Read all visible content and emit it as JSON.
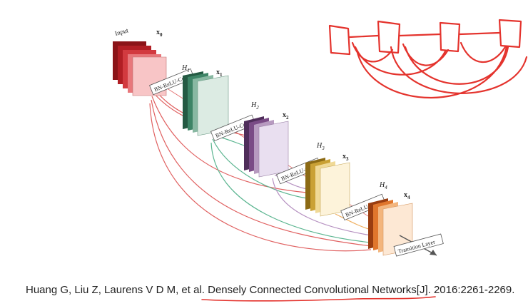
{
  "diagram": {
    "input_label": "Input",
    "x_labels": {
      "x0": "x",
      "x0_sub": "0",
      "x1": "x",
      "x1_sub": "1",
      "x2": "x",
      "x2_sub": "2",
      "x3": "x",
      "x3_sub": "3",
      "x4": "x",
      "x4_sub": "4"
    },
    "h_labels": {
      "h1": "H",
      "h1_sub": "1",
      "h2": "H",
      "h2_sub": "2",
      "h3": "H",
      "h3_sub": "3",
      "h4": "H",
      "h4_sub": "4"
    },
    "op_label": "BN-ReLU-Conv",
    "transition_label": "Transition Layer",
    "colors": {
      "red": "#c8262d",
      "green": "#3d8466",
      "purple": "#7a4b86",
      "yellow": "#caa135",
      "orange": "#e0762c",
      "annotation": "#e4332d"
    }
  },
  "citation": {
    "prefix": "Huang G, Liu Z, Laurens V D M, et al. ",
    "title": "Densely Connected Convolutional Networks",
    "suffix": "[J]. 2016:2261-2269."
  }
}
